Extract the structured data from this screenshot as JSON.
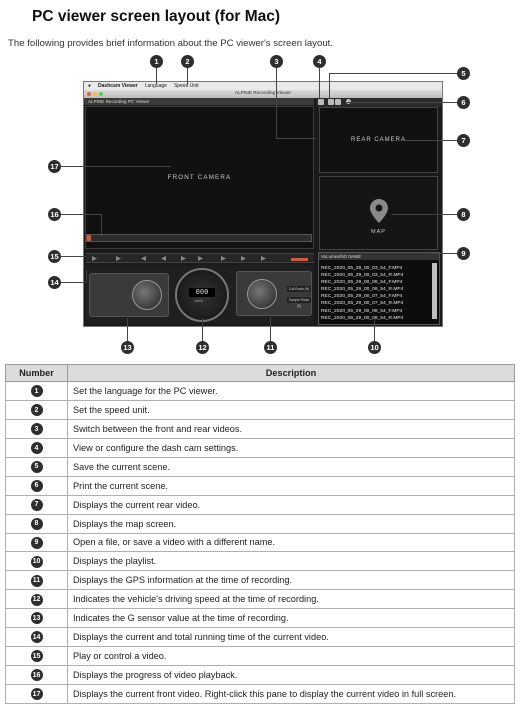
{
  "title": "PC viewer screen layout (for Mac)",
  "intro": "The following provides brief information about the PC viewer's screen layout.",
  "app": {
    "menu_app": "Dashcam Viewer",
    "menu_language": "Language",
    "menu_speed_unit": "Speed Unit",
    "window_title": "ALPINE Recording Viewer",
    "panel_title": "ALPINE Recording PC Viewer",
    "front_label": "FRONT CAMERA",
    "rear_label": "REAR CAMERA",
    "map_label": "MAP",
    "speed_digits": "000",
    "speed_unit": "km/h",
    "gps_btn_1": "Coll.Route (H)",
    "gps_btn_2": "Sample Route (S)",
    "playlist_header": "VoLumes/NO NAME",
    "playlist": [
      "REC_2020_05_29_00_03_54_F.MP4",
      "REC_2020_05_29_00_03_54_R.MP4",
      "REC_2020_05_29_00_06_54_F.MP4",
      "REC_2020_05_29_00_06_54_R.MP4",
      "REC_2020_05_29_00_07_54_F.MP4",
      "REC_2020_05_29_00_07_54_R.MP4",
      "REC_2020_05_29_00_08_54_F.MP4",
      "REC_2020_05_29_00_08_54_R.MP4"
    ]
  },
  "callouts": [
    "1",
    "2",
    "3",
    "4",
    "5",
    "6",
    "7",
    "8",
    "9",
    "10",
    "11",
    "12",
    "13",
    "14",
    "15",
    "16",
    "17"
  ],
  "table": {
    "header_number": "Number",
    "header_description": "Description",
    "rows": [
      {
        "n": "1",
        "d": "Set the language for the PC viewer."
      },
      {
        "n": "2",
        "d": "Set the speed unit."
      },
      {
        "n": "3",
        "d": "Switch between the front and rear videos."
      },
      {
        "n": "4",
        "d": "View or configure the dash cam settings."
      },
      {
        "n": "5",
        "d": "Save the current scene."
      },
      {
        "n": "6",
        "d": "Print the current scene."
      },
      {
        "n": "7",
        "d": "Displays the current rear video."
      },
      {
        "n": "8",
        "d": "Displays the map screen."
      },
      {
        "n": "9",
        "d": "Open a file, or save a video with a different name."
      },
      {
        "n": "10",
        "d": "Displays the playlist."
      },
      {
        "n": "11",
        "d": "Displays the GPS information at the time of recording."
      },
      {
        "n": "12",
        "d": "Indicates the vehicle's driving speed at the time of recording."
      },
      {
        "n": "13",
        "d": "Indicates the G sensor value at the time of recording."
      },
      {
        "n": "14",
        "d": "Displays the current and total running time of the current video."
      },
      {
        "n": "15",
        "d": "Play or control a video."
      },
      {
        "n": "16",
        "d": "Displays the progress of video playback."
      },
      {
        "n": "17",
        "d": "Displays the current front video. Right-click this pane to display the current video in full screen."
      }
    ]
  }
}
